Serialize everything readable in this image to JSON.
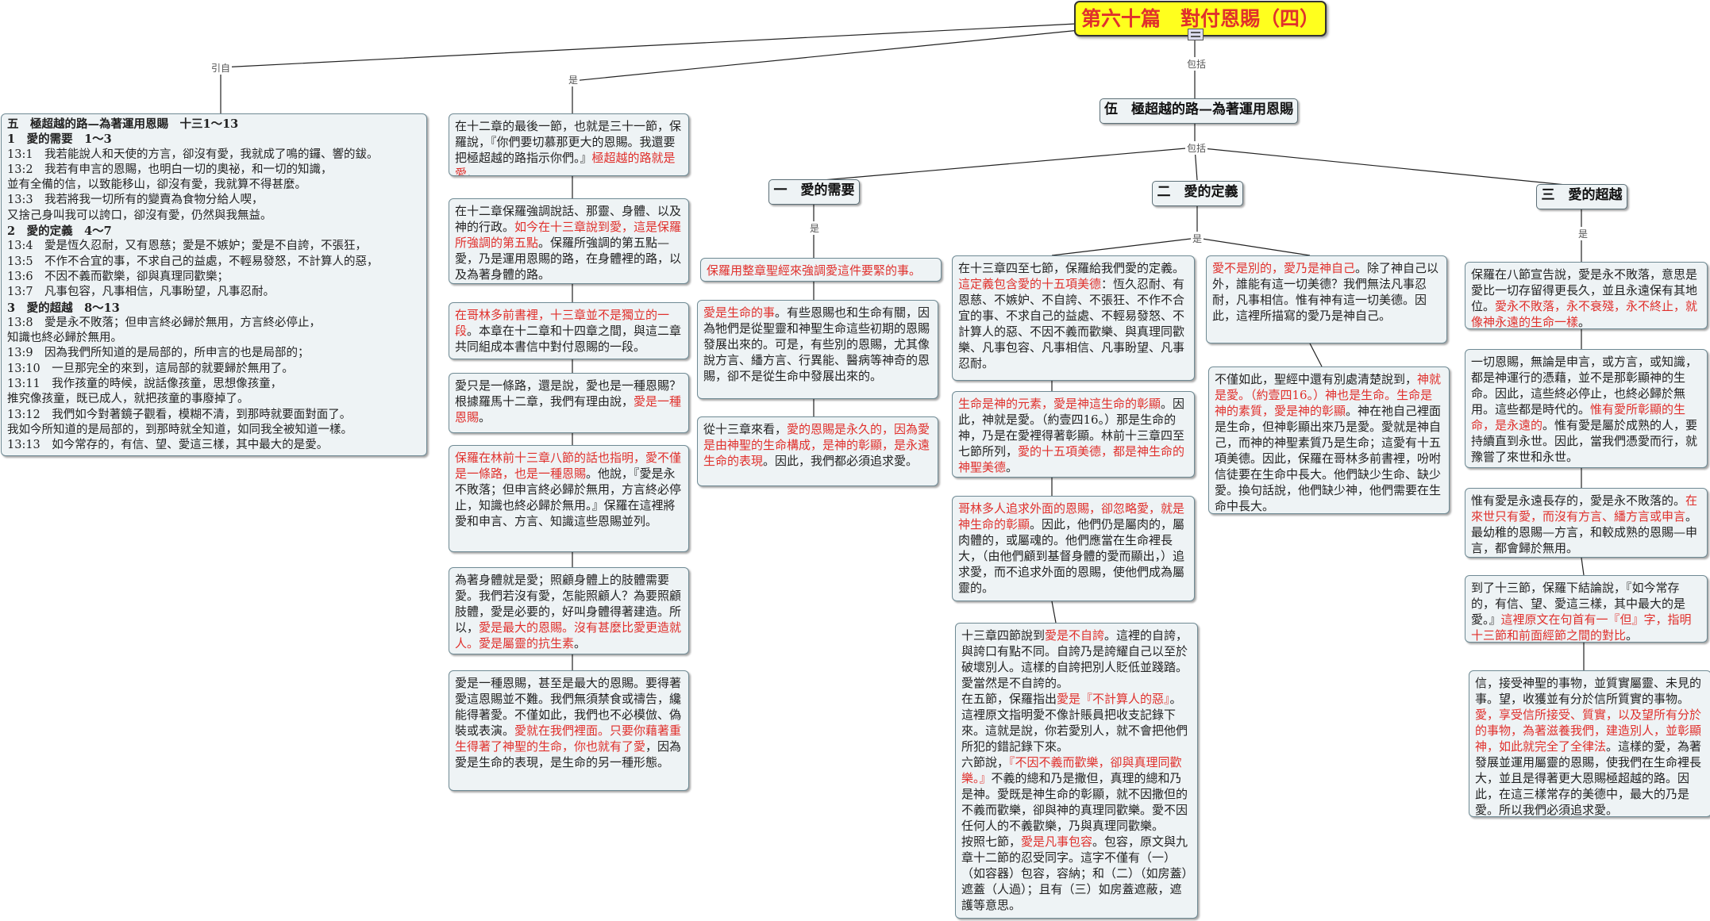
{
  "root": {
    "title": "第六十篇　對付恩賜（四）"
  },
  "labels": {
    "yinzi": "引自",
    "shi1": "是",
    "baokuo1": "包括",
    "baokuo2": "包括",
    "shi2": "是",
    "shi3": "是",
    "shi4": "是"
  },
  "left": {
    "lines": [
      {
        "t": "五　極超越的路—為著運用恩賜　十三1～13",
        "b": true
      },
      {
        "t": "1　愛的需要　1～3",
        "b": true
      },
      {
        "t": "13:1　我若能說人和天使的方言，卻沒有愛，我就成了鳴的鑼、響的鈸。"
      },
      {
        "t": "13:2　我若有申言的恩賜，也明白一切的奧祕，和一切的知識，"
      },
      {
        "t": "並有全備的信，以致能移山，卻沒有愛，我就算不得甚麼。"
      },
      {
        "t": "13:3　我若將我一切所有的變賣為食物分給人喫，"
      },
      {
        "t": "又捨己身叫我可以誇口，卻沒有愛，仍然與我無益。"
      },
      {
        "t": "2　愛的定義　4～7",
        "b": true
      },
      {
        "t": "13:4　愛是恆久忍耐，又有恩慈；愛是不嫉妒；愛是不自誇，不張狂，"
      },
      {
        "t": "13:5　不作不合宜的事，不求自己的益處，不輕易發怒，不計算人的惡，"
      },
      {
        "t": "13:6　不因不義而歡樂，卻與真理同歡樂；"
      },
      {
        "t": "13:7　凡事包容，凡事相信，凡事盼望，凡事忍耐。"
      },
      {
        "t": "3　愛的超越　8～13",
        "b": true
      },
      {
        "t": "13:8　愛是永不敗落；但申言終必歸於無用，方言終必停止，"
      },
      {
        "t": "知識也終必歸於無用。"
      },
      {
        "t": "13:9　因為我們所知道的是局部的，所申言的也是局部的；"
      },
      {
        "t": "13:10　一旦那完全的來到，這局部的就要歸於無用了。"
      },
      {
        "t": "13:11　我作孩童的時候，說話像孩童，思想像孩童，"
      },
      {
        "t": "推究像孩童，既已成人，就把孩童的事廢掉了。"
      },
      {
        "t": "13:12　我們如今對著鏡子觀看，模糊不清，到那時就要面對面了。"
      },
      {
        "t": "我如今所知道的是局部的，到那時就全知道，如同我全被知道一樣。"
      },
      {
        "t": "13:13　如今常存的，有信、望、愛這三樣，其中最大的是愛。"
      }
    ]
  },
  "col2": [
    {
      "parts": [
        [
          "在十二章的最後一節，也就是三十一節，保羅說，『你們要切慕那更大的恩賜。我還要把極超越的路指示你們。』",
          0
        ],
        [
          "極超越的路就是愛",
          1
        ],
        [
          "。",
          0
        ]
      ]
    },
    {
      "parts": [
        [
          "在十二章保羅強調說話、那靈、身體、以及神的行政。",
          0
        ],
        [
          "如今在十三章說到愛，這是保羅所強調的第五點",
          1
        ],
        [
          "。保羅所強調的第五點—愛，乃是運用恩賜的路，在身體裡的路，以及為著身體的路。",
          0
        ]
      ]
    },
    {
      "parts": [
        [
          "在哥林多前書裡，十三章並不是獨立的一段",
          1
        ],
        [
          "。本章在十二章和十四章之間，與這二章共同組成本書信中對付恩賜的一段。",
          0
        ]
      ]
    },
    {
      "parts": [
        [
          "愛只是一條路，還是說，愛也是一種恩賜？根據羅馬十二章，我們有理由說，",
          0
        ],
        [
          "愛是一種恩賜",
          1
        ],
        [
          "。",
          0
        ]
      ]
    },
    {
      "parts": [
        [
          "保羅在林前十三章八節的話也指明，愛不僅是一條路，也是一種恩賜",
          1
        ],
        [
          "。他說，『愛是永不敗落；但申言終必歸於無用，方言終必停止，知識也終必歸於無用。』保羅在這裡將愛和申言、方言、知識這些恩賜並列。",
          0
        ]
      ]
    },
    {
      "parts": [
        [
          "為著身體就是愛；照顧身體上的肢體需要愛。我們若沒有愛，怎能照顧人？為要照顧肢體，愛是必要的，好叫身體得著建造。所以，",
          0
        ],
        [
          "愛是最大的恩賜。沒有甚麼比愛更造就人。愛是屬靈的抗生素",
          1
        ],
        [
          "。",
          0
        ]
      ]
    },
    {
      "parts": [
        [
          "愛是一種恩賜，甚至是最大的恩賜。要得著愛這恩賜並不難。我們無須禁食或禱告，纔能得著愛。不僅如此，我們也不必模倣、偽裝或表演。",
          0
        ],
        [
          "愛就在我們裡面。只要你藉著重生得著了神聖的生命，你也就有了愛",
          1
        ],
        [
          "，因為愛是生命的表現，是生命的另一種形態。",
          0
        ]
      ]
    }
  ],
  "branch5": {
    "title": "伍　極超越的路—為著運用恩賜"
  },
  "sub1": {
    "title": "一　愛的需要"
  },
  "sub2": {
    "title": "二　愛的定義"
  },
  "sub3": {
    "title": "三　愛的超越"
  },
  "col3": [
    {
      "parts": [
        [
          "保羅用整章聖經來強調愛這件要緊的事。",
          1
        ]
      ]
    },
    {
      "parts": [
        [
          "愛是生命的事",
          1
        ],
        [
          "。有些恩賜也和生命有關，因為牠們是從聖靈和神聖生命這些初期的恩賜發展出來的。可是，有些別的恩賜，尤其像說方言、繙方言、行異能、醫病等神奇的恩賜，卻不是從生命中發展出來的。",
          0
        ]
      ]
    },
    {
      "parts": [
        [
          "從十三章來看，",
          0
        ],
        [
          "愛的恩賜是永久的，因為愛是由神聖的生命構成，是神的彰顯，是永遠生命的表現",
          1
        ],
        [
          "。因此，我們都必須追求愛。",
          0
        ]
      ]
    }
  ],
  "col4": [
    {
      "parts": [
        [
          "在十三章四至七節，保羅給我們愛的定義。",
          0
        ],
        [
          "這定義包含愛的十五項美德",
          1
        ],
        [
          "：恆久忍耐、有恩慈、不嫉妒、不自誇、不張狂、不作不合宜的事、不求自己的益處、不輕易發怒、不計算人的惡、不因不義而歡樂、與真理同歡樂、凡事包容、凡事相信、凡事盼望、凡事忍耐。",
          0
        ]
      ]
    },
    {
      "parts": [
        [
          "生命是神的元素，愛是神這生命的彰顯",
          1
        ],
        [
          "。因此，神就是愛。（約壹四16。）那是生命的神，乃是在愛裡得著彰顯。林前十三章四至七節所列，",
          0
        ],
        [
          "愛的十五項美德，都是神生命的神聖美德",
          1
        ],
        [
          "。",
          0
        ]
      ]
    },
    {
      "parts": [
        [
          "哥林多人追求外面的恩賜，卻忽略愛，就是神生命的彰顯",
          1
        ],
        [
          "。因此，他們仍是屬肉的，屬肉體的，或屬魂的。他們應當在生命裡長大，（由他們顧到基督身體的愛而顯出，）追求愛，而不追求外面的恩賜，使他們成為屬靈的。",
          0
        ]
      ]
    },
    {
      "parts": [
        [
          "十三章四節說到",
          0
        ],
        [
          "愛是不自誇",
          1
        ],
        [
          "。這裡的自誇，與誇口有點不同。自誇乃是誇耀自己以至於破壞別人。這樣的自誇把別人貶低並踐踏。愛當然是不自誇的。",
          0
        ],
        [
          "\n在五節，保羅指出",
          0
        ],
        [
          "愛是『不計算人的惡』",
          1
        ],
        [
          "。這裡原文指明愛不像計賬員把收支記錄下來。這就是說，你若愛別人，就不會把他們所犯的錯記錄下來。",
          0
        ],
        [
          "\n六節說，",
          0
        ],
        [
          "『不因不義而歡樂，卻與真理同歡樂。』",
          1
        ],
        [
          "不義的總和乃是撒但，真理的總和乃是神。愛既是神生命的彰顯，就不因撒但的不義而歡樂，卻與神的真理同歡樂。愛不因任何人的不義歡樂，乃與真理同歡樂。",
          0
        ],
        [
          "\n按照七節，",
          0
        ],
        [
          "愛是凡事包容",
          1
        ],
        [
          "。包容，原文與九章十二節的忍受同字。這字不僅有（一）（如容器）包容，容納；和（二）（如房蓋）遮蓋（人過）；且有（三）如房蓋遮蔽，遮護等意思。",
          0
        ]
      ]
    }
  ],
  "col5": [
    {
      "parts": [
        [
          "愛不是別的，愛乃是神自己",
          1
        ],
        [
          "。除了神自己以外，誰能有這一切美德？我們無法凡事忍耐，凡事相信。惟有神有這一切美德。因此，這裡所描寫的愛乃是神自己。",
          0
        ]
      ]
    },
    {
      "parts": [
        [
          "不僅如此，聖經中還有別處清楚說到，",
          0
        ],
        [
          "神就是愛。（約壹四16。）神也是生命。生命是神的素質，愛是神的彰顯",
          1
        ],
        [
          "。神在祂自己裡面是生命，但神彰顯出來乃是愛。愛就是神自己，而神的神聖素質乃是生命；這愛有十五項美德。因此，保羅在哥林多前書裡，吩咐信徒要在生命中長大。他們缺少生命、缺少愛。換句話說，他們缺少神，他們需要在生命中長大。",
          0
        ]
      ]
    }
  ],
  "col6": [
    {
      "parts": [
        [
          "保羅在八節宣告說，愛是永不敗落，意思是愛比一切存留得更長久，並且永遠保有其地位。",
          0
        ],
        [
          "愛永不敗落，永不衰殘，永不終止，就像神永遠的生命一樣",
          1
        ],
        [
          "。",
          0
        ]
      ]
    },
    {
      "parts": [
        [
          "一切恩賜，無論是申言，或方言，或知識，都是神運行的憑藉，並不是那彰顯神的生命。因此，這些終必停止，也終必歸於無用。這些都是時代的。",
          0
        ],
        [
          "惟有愛所彰顯的生命，是永遠的",
          1
        ],
        [
          "。惟有愛是屬於成熟的人，要持續直到永世。因此，當我們憑愛而行，就豫嘗了來世和永世。",
          0
        ]
      ]
    },
    {
      "parts": [
        [
          "惟有愛是永遠長存的，愛是永不敗落的。",
          0
        ],
        [
          "在來世只有愛，而沒有方言、繙方言或申言",
          1
        ],
        [
          "。最幼稚的恩賜—方言，和較成熟的恩賜—申言，都會歸於無用。",
          0
        ]
      ]
    },
    {
      "parts": [
        [
          "到了十三節，保羅下結論說，『如今常存的，有信、望、愛這三樣，其中最大的是愛。』",
          0
        ],
        [
          "這裡原文在句首有一『但』字，指明十三節和前面經節之間的對比",
          1
        ],
        [
          "。",
          0
        ]
      ]
    },
    {
      "parts": [
        [
          "信，接受神聖的事物，並質實屬靈、未見的事。望，收獲並有分於信所質實的事物。",
          0
        ],
        [
          "愛，享受信所接受、質實，以及望所有分於的事物，為著滋養我們，建造別人，並彰顯神，如此就完全了全律法",
          1
        ],
        [
          "。這樣的愛，為著發展並運用屬靈的恩賜，使我們在生命裡長大，並且是得著更大恩賜極超越的路。因此，在這三樣常存的美德中，最大的乃是愛。所以我們必須追求愛。",
          0
        ]
      ]
    }
  ]
}
